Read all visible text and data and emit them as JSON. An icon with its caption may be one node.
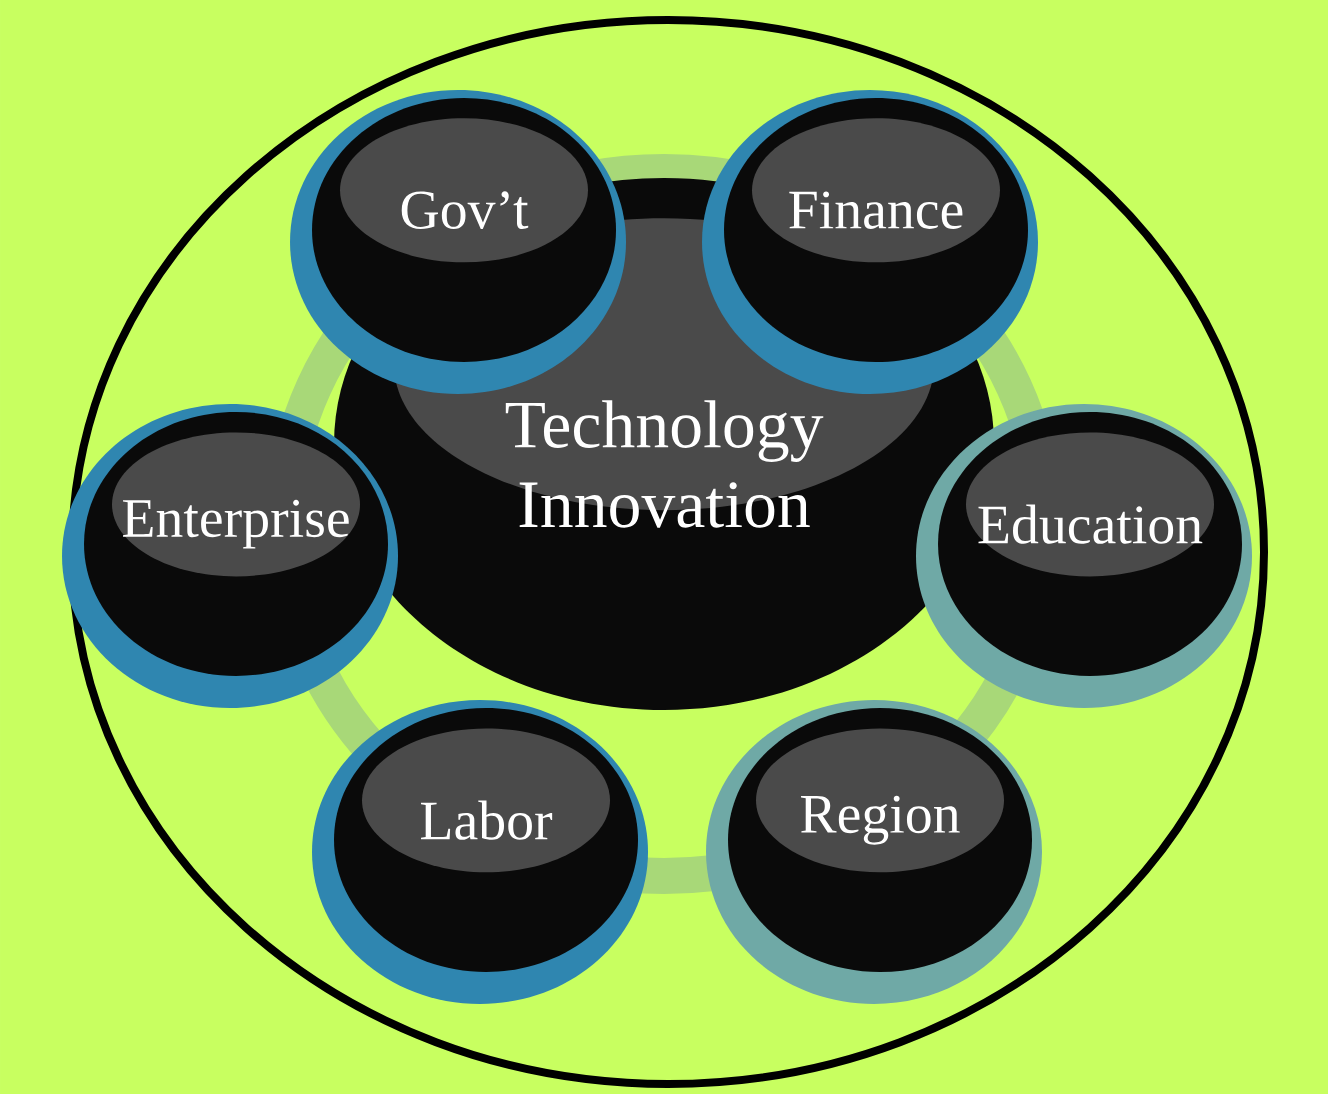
{
  "diagram": {
    "nodes": [
      {
        "text": [
          "Gov’t"
        ]
      },
      {
        "text": [
          "Finance"
        ]
      },
      {
        "text": [
          "Enterprise"
        ]
      },
      {
        "text": [
          "Technology Innovation"
        ]
      },
      {
        "text": [
          "Education"
        ]
      },
      {
        "text": [
          "Labor"
        ]
      },
      {
        "text": [
          "Region"
        ]
      }
    ]
  }
}
